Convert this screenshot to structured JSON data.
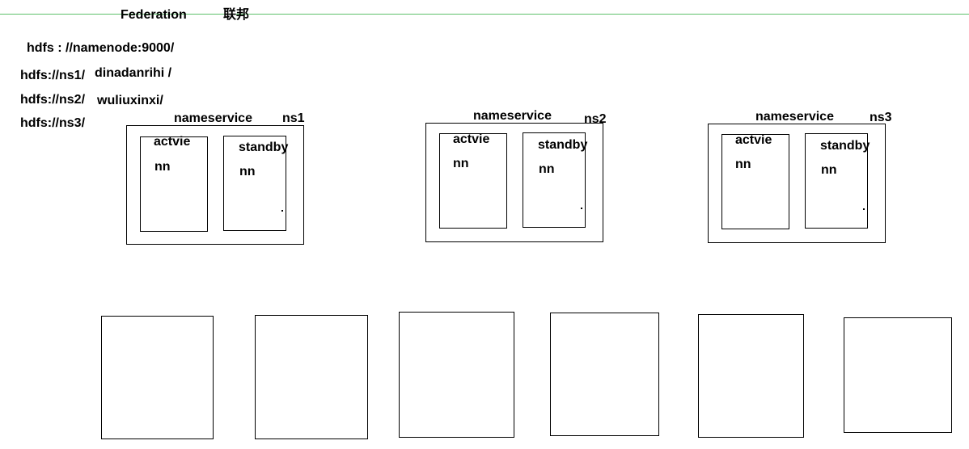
{
  "header": {
    "title": "Federation",
    "title_cn": "联邦",
    "line_color": "#5ec06a"
  },
  "paths": [
    "hdfs : //namenode:9000/",
    "hdfs://ns1/",
    "dinadanrihi /",
    "hdfs://ns2/",
    "wuliuxinxi/",
    "hdfs://ns3/"
  ],
  "nameservices": [
    {
      "label": "nameservice",
      "id": "ns1",
      "active": {
        "line1": "actvie",
        "line2": "nn"
      },
      "standby": {
        "line1": "standby",
        "line2": "nn"
      }
    },
    {
      "label": "nameservice",
      "id": "ns2",
      "active": {
        "line1": "actvie",
        "line2": "nn"
      },
      "standby": {
        "line1": "standby",
        "line2": "nn"
      }
    },
    {
      "label": "nameservice",
      "id": "ns3",
      "active": {
        "line1": "actvie",
        "line2": "nn"
      },
      "standby": {
        "line1": "standby",
        "line2": "nn"
      }
    }
  ]
}
